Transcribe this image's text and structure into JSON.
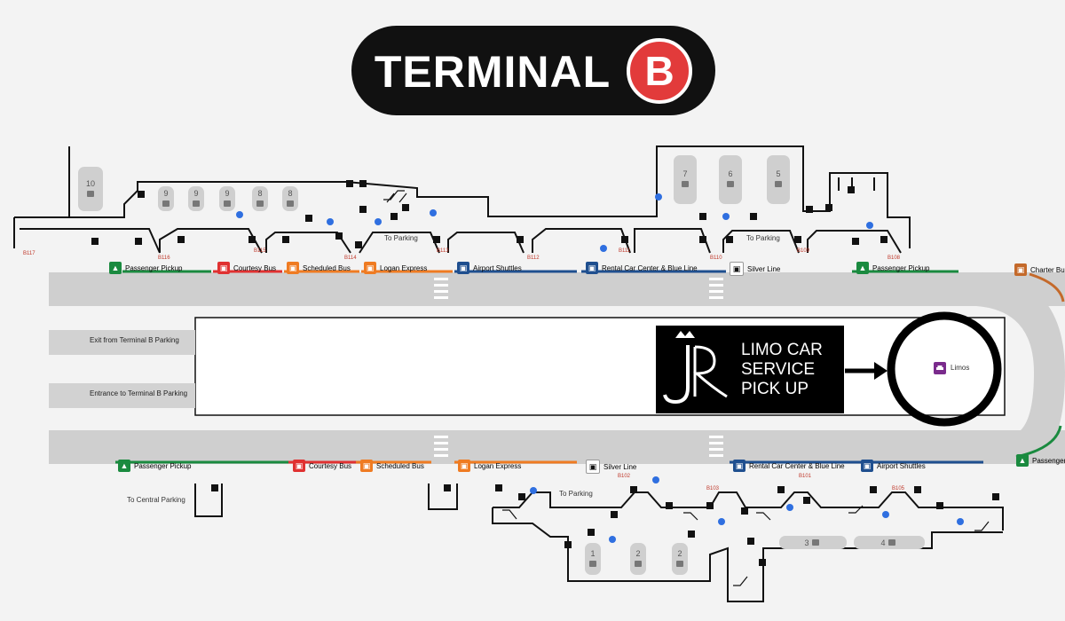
{
  "title": {
    "text": "TERMINAL",
    "letter": "B"
  },
  "limo_panel": {
    "logo": "JR",
    "lines": [
      "LIMO CAR",
      "SERVICE",
      "PICK UP"
    ]
  },
  "limos_label": "Limos",
  "roads": {
    "exit_parking": "Exit from Terminal B Parking",
    "entrance_parking": "Entrance to Terminal B Parking",
    "to_central_parking": "To Central Parking",
    "to_parking": "To Parking"
  },
  "stops_top": [
    {
      "label": "Passenger Pickup",
      "color": "#1a8a3f",
      "icon": "person-icon"
    },
    {
      "label": "Courtesy Bus",
      "color": "#e03131",
      "icon": "bus-icon"
    },
    {
      "label": "Scheduled Bus",
      "color": "#ef7b22",
      "icon": "bus-icon"
    },
    {
      "label": "Logan Express",
      "color": "#ef7b22",
      "icon": "bus-icon"
    },
    {
      "label": "Airport Shuttles",
      "color": "#1f4f8f",
      "icon": "bus-icon"
    },
    {
      "label": "Rental Car Center & Blue Line",
      "color": "#1f4f8f",
      "icon": "bus-icon"
    },
    {
      "label": "Silver Line",
      "color": "#ffffff",
      "icon": "bus-icon"
    },
    {
      "label": "Passenger Pickup",
      "color": "#1a8a3f",
      "icon": "person-icon"
    },
    {
      "label": "Charter Bus",
      "color": "#ef7b22",
      "icon": "bus-icon"
    }
  ],
  "stops_bottom": [
    {
      "label": "Passenger Pickup",
      "color": "#1a8a3f",
      "icon": "person-icon"
    },
    {
      "label": "Courtesy Bus",
      "color": "#e03131",
      "icon": "bus-icon"
    },
    {
      "label": "Scheduled Bus",
      "color": "#ef7b22",
      "icon": "bus-icon"
    },
    {
      "label": "Logan Express",
      "color": "#ef7b22",
      "icon": "bus-icon"
    },
    {
      "label": "Silver Line",
      "color": "#ffffff",
      "icon": "bus-icon"
    },
    {
      "label": "Rental Car Center & Blue Line",
      "color": "#1f4f8f",
      "icon": "bus-icon"
    },
    {
      "label": "Airport Shuttles",
      "color": "#1f4f8f",
      "icon": "bus-icon"
    },
    {
      "label": "Passenger",
      "color": "#1a8a3f",
      "icon": "person-icon"
    }
  ],
  "gates_top": [
    "B117",
    "B116",
    "B115",
    "B114",
    "B113",
    "B112",
    "B111",
    "B110",
    "B109",
    "B108"
  ],
  "gates_bottom": [
    "B103",
    "B102",
    "B101",
    "B105"
  ],
  "claims_top": [
    "10",
    "9",
    "9",
    "9",
    "8",
    "8",
    "7",
    "6",
    "5"
  ],
  "claims_bottom": [
    "1",
    "2",
    "2",
    "3",
    "4"
  ],
  "colors": {
    "background": "#f3f3f3",
    "road": "#d2d2d2",
    "title_badge": "#e23b3b",
    "limos": "#7a2b8c",
    "blue_dot": "#2f6fe0"
  }
}
